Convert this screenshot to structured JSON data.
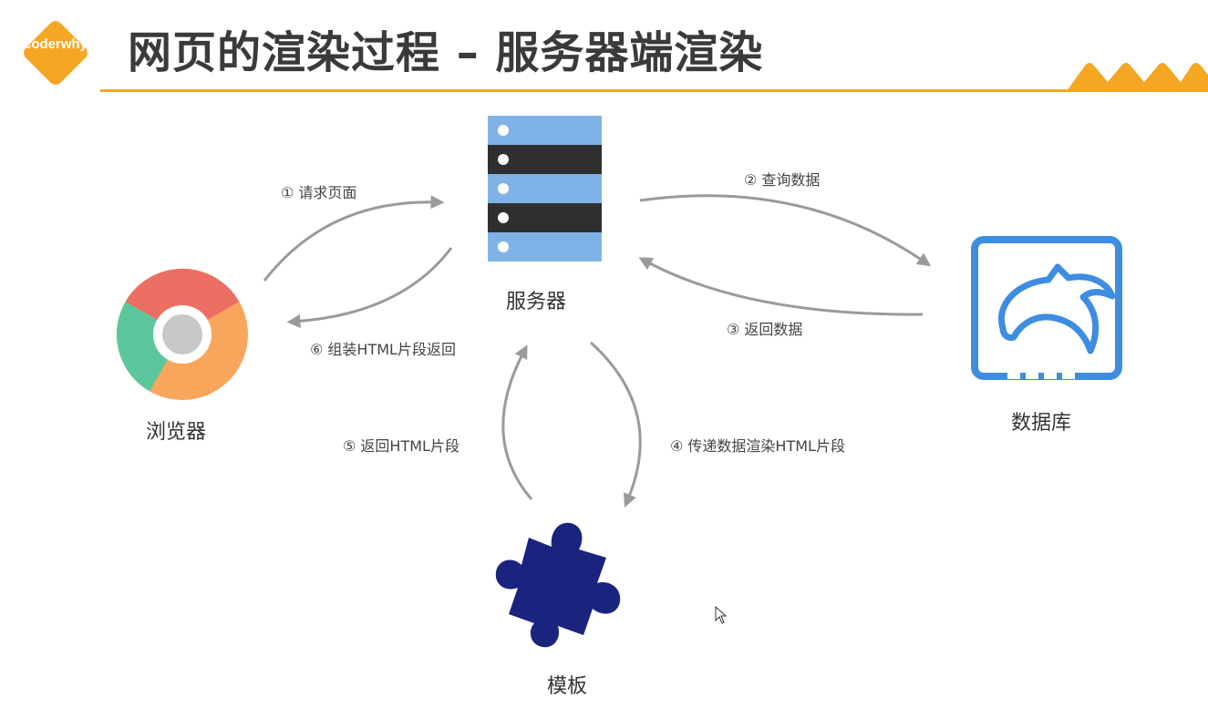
{
  "brand": {
    "logo_text": "coderwhy",
    "accent_color": "#f5a623"
  },
  "slide": {
    "title": "网页的渲染过程 – 服务器端渲染"
  },
  "nodes": {
    "browser": {
      "label": "浏览器",
      "icon": "chrome-icon"
    },
    "server": {
      "label": "服务器",
      "icon": "server-icon"
    },
    "database": {
      "label": "数据库",
      "icon": "mysql-dolphin-icon"
    },
    "template": {
      "label": "模板",
      "icon": "puzzle-piece-icon"
    }
  },
  "edges": {
    "e1": {
      "label": "① 请求页面"
    },
    "e2": {
      "label": "② 查询数据"
    },
    "e3": {
      "label": "③ 返回数据"
    },
    "e4": {
      "label": "④ 传递数据渲染HTML片段"
    },
    "e5": {
      "label": "⑤ 返回HTML片段"
    },
    "e6": {
      "label": "⑥ 组装HTML片段返回"
    }
  }
}
